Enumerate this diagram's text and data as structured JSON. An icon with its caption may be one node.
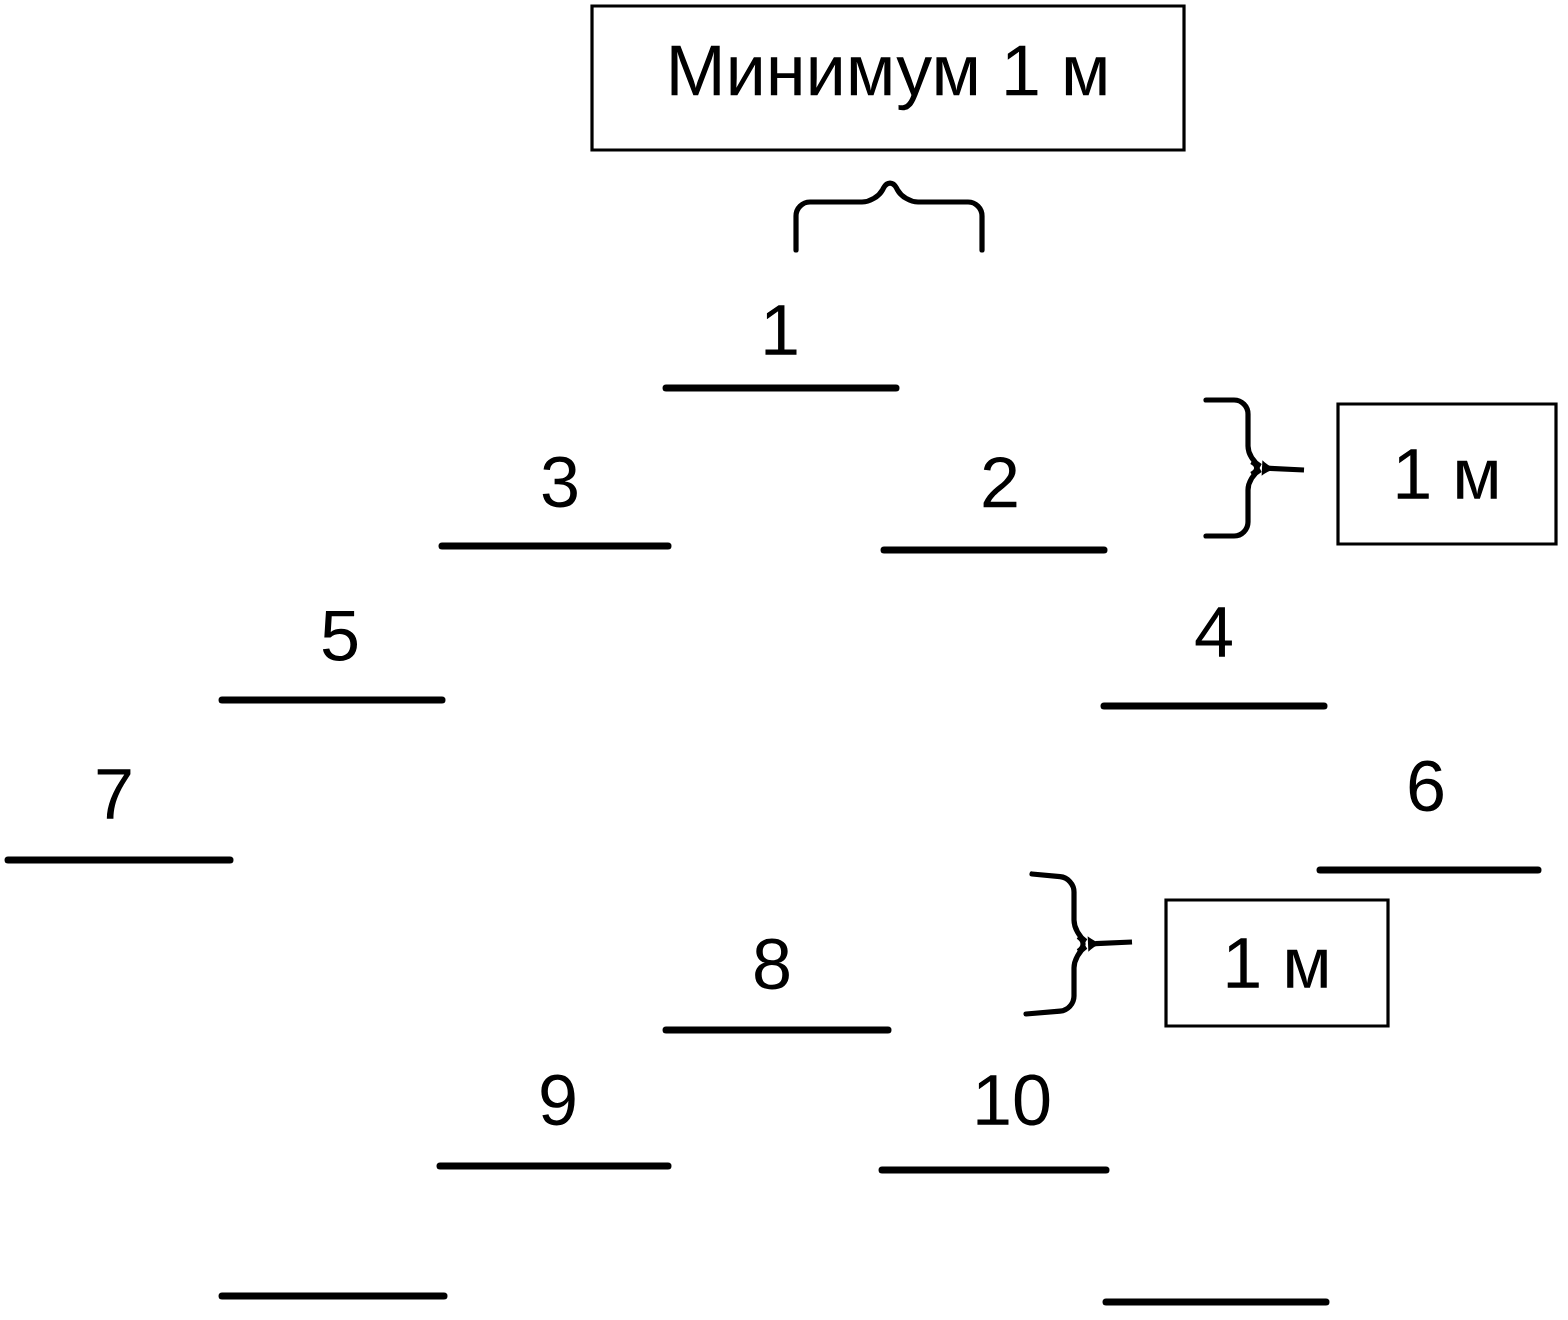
{
  "diagram": {
    "nodes": [
      {
        "text": [
          "Минимум 1 м"
        ]
      },
      {
        "text": [
          "1 м"
        ]
      },
      {
        "text": [
          "1 м"
        ]
      }
    ],
    "labels": [
      "1",
      "3",
      "2",
      "5",
      "4",
      "7",
      "6",
      "8",
      "9",
      "10"
    ]
  }
}
